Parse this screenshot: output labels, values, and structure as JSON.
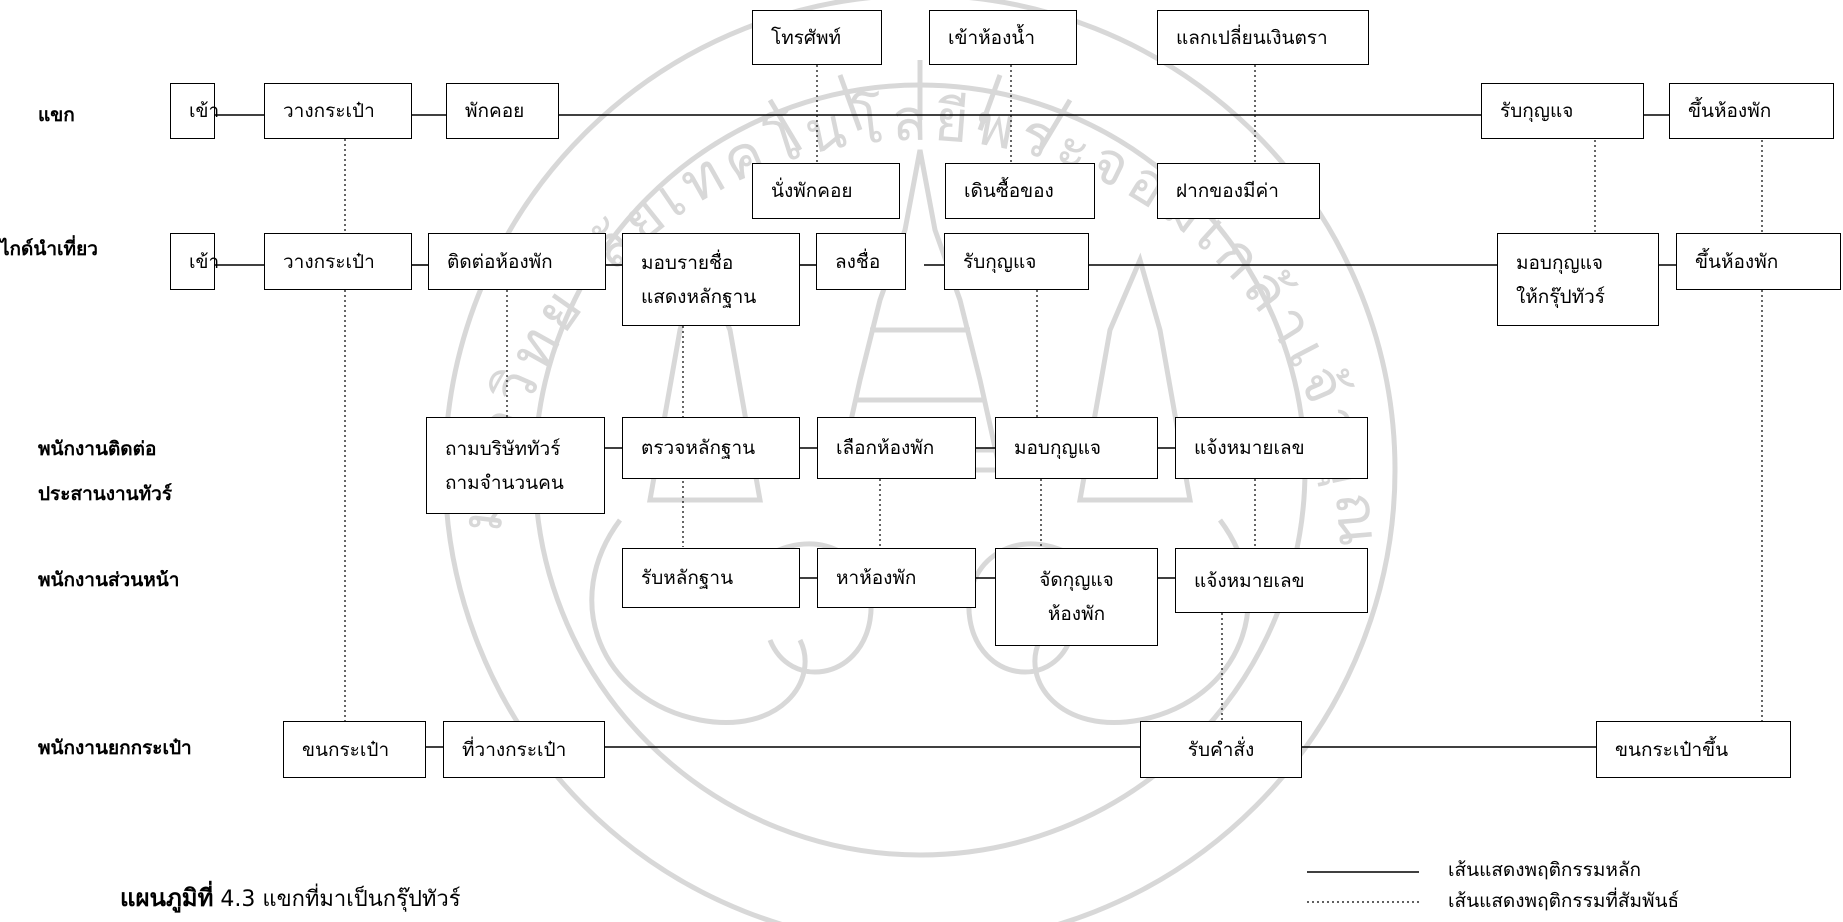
{
  "rows": {
    "guest": "แขก",
    "guide": "ไกด์นำเที่ยว",
    "tour_staff_1": "พนักงานติดต่อ",
    "tour_staff_2": "ประสานงานทัวร์",
    "front": "พนักงานส่วนหน้า",
    "porter": "พนักงานยกกระเป๋า"
  },
  "boxes": {
    "phone": "โทรศัพท์",
    "restroom": "เข้าห้องน้ำ",
    "exchange": "แลกเปลี่ยนเงินตรา",
    "g_enter": "เข้า",
    "g_bag": "วางกระเป๋า",
    "g_rest": "พักคอย",
    "g_getkey": "รับกุญแจ",
    "g_toroom": "ขึ้นห้องพัก",
    "sit": "นั่งพักคอย",
    "shop": "เดินซื้อของ",
    "deposit": "ฝากของมีค่า",
    "d_enter": "เข้า",
    "d_bag": "วางกระเป๋า",
    "d_contact": "ติดต่อห้องพัก",
    "d_list_1": "มอบรายชื่อ",
    "d_list_2": "แสดงหลักฐาน",
    "d_sign": "ลงชื่อ",
    "d_getkey": "รับกุญแจ",
    "d_givekey_1": "มอบกุญแจ",
    "d_givekey_2": "ให้กรุ๊ปทัวร์",
    "d_toroom": "ขึ้นห้องพัก",
    "t_ask_1": "ถามบริษัททัวร์",
    "t_ask_2": "ถามจำนวนคน",
    "t_check": "ตรวจหลักฐาน",
    "t_choose": "เลือกห้องพัก",
    "t_givekey": "มอบกุญแจ",
    "t_inform": "แจ้งหมายเลข",
    "f_receive": "รับหลักฐาน",
    "f_find": "หาห้องพัก",
    "f_arrange_1": "จัดกุญแจ",
    "f_arrange_2": "ห้องพัก",
    "f_inform": "แจ้งหมายเลข",
    "p_carry": "ขนกระเป๋า",
    "p_place": "ที่วางกระเป๋า",
    "p_order": "รับคำสั่ง",
    "p_carryup": "ขนกระเป๋าขึ้น"
  },
  "legend": {
    "main": "เส้นแสดงพฤติกรรมหลัก",
    "related": "เส้นแสดงพฤติกรรมที่สัมพันธ์"
  },
  "caption": {
    "label": "แผนภูมิที่",
    "text": "4.3 แขกที่มาเป็นกรุ๊ปทัวร์"
  },
  "watermark": {
    "text": "มหาวิทยาลัยเทคโนโลยีพระจอมเกล้าเจ้าคุณทหารลาดกระบัง",
    "color": "#d8d8d8"
  }
}
